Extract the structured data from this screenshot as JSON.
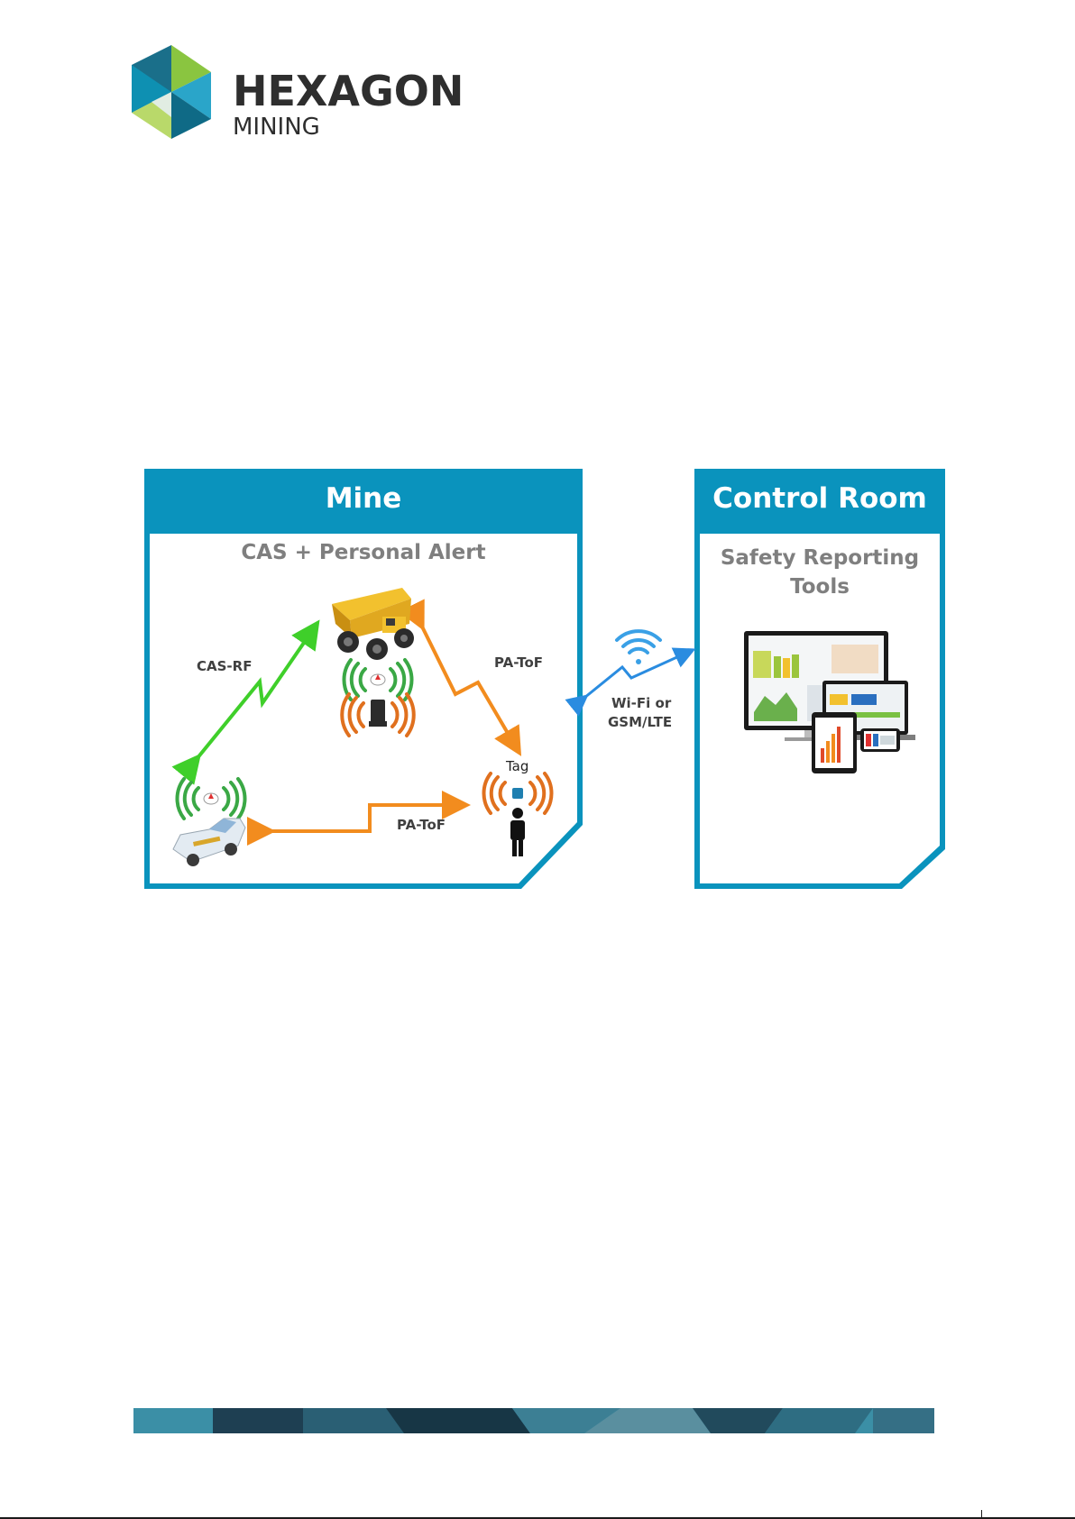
{
  "logo": {
    "line1": "HEXAGON",
    "line2": "MINING"
  },
  "mine_panel": {
    "title": "Mine",
    "subtitle": "CAS + Personal Alert",
    "labels": {
      "cas_rf": "CAS-RF",
      "pa_tof_right": "PA-ToF",
      "pa_tof_bottom": "PA-ToF",
      "tag": "Tag"
    }
  },
  "link": {
    "line1": "Wi-Fi or",
    "line2": "GSM/LTE"
  },
  "control_panel": {
    "title": "Control Room",
    "subtitle_line1": "Safety Reporting",
    "subtitle_line2": "Tools"
  },
  "colors": {
    "panel_blue": "#0a93bd",
    "green_link": "#3fcf2a",
    "orange_link": "#f28c1e",
    "blue_link": "#2a8ce0",
    "signal_green": "#3aa845",
    "signal_orange": "#e0701e"
  }
}
